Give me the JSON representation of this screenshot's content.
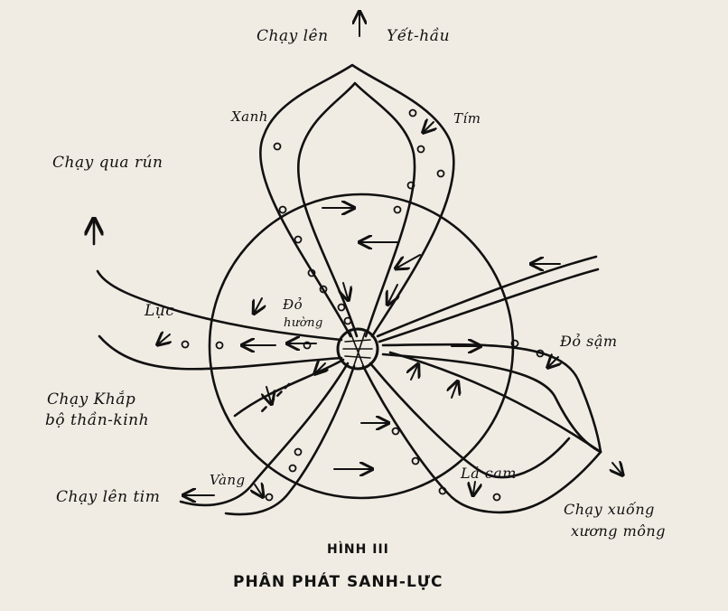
{
  "labels": {
    "top_left": "Chạy lên",
    "top_right": "Yết-hầu",
    "xanh": "Xanh",
    "tim": "Tím",
    "chay_qua_run": "Chạy qua rún",
    "luc": "Lục",
    "do_huong_1": "Đỏ",
    "do_huong_2": "hường",
    "do_sam": "Đỏ sậm",
    "chay_khon_1": "Chạy Khắp",
    "chay_khon_2": "bộ thần-kinh",
    "vang": "Vàng",
    "la_cam": "Lá cam",
    "chay_len_tim": "Chạy lên tim",
    "chay_xuong_1": "Chạy xuống",
    "chay_xuong_2": "xương mông"
  },
  "caption": {
    "figure": "HÌNH III",
    "title": "PHÂN PHÁT SANH-LỰC"
  },
  "colors": {
    "ink": "#111111",
    "paper": "#f1ece3"
  }
}
